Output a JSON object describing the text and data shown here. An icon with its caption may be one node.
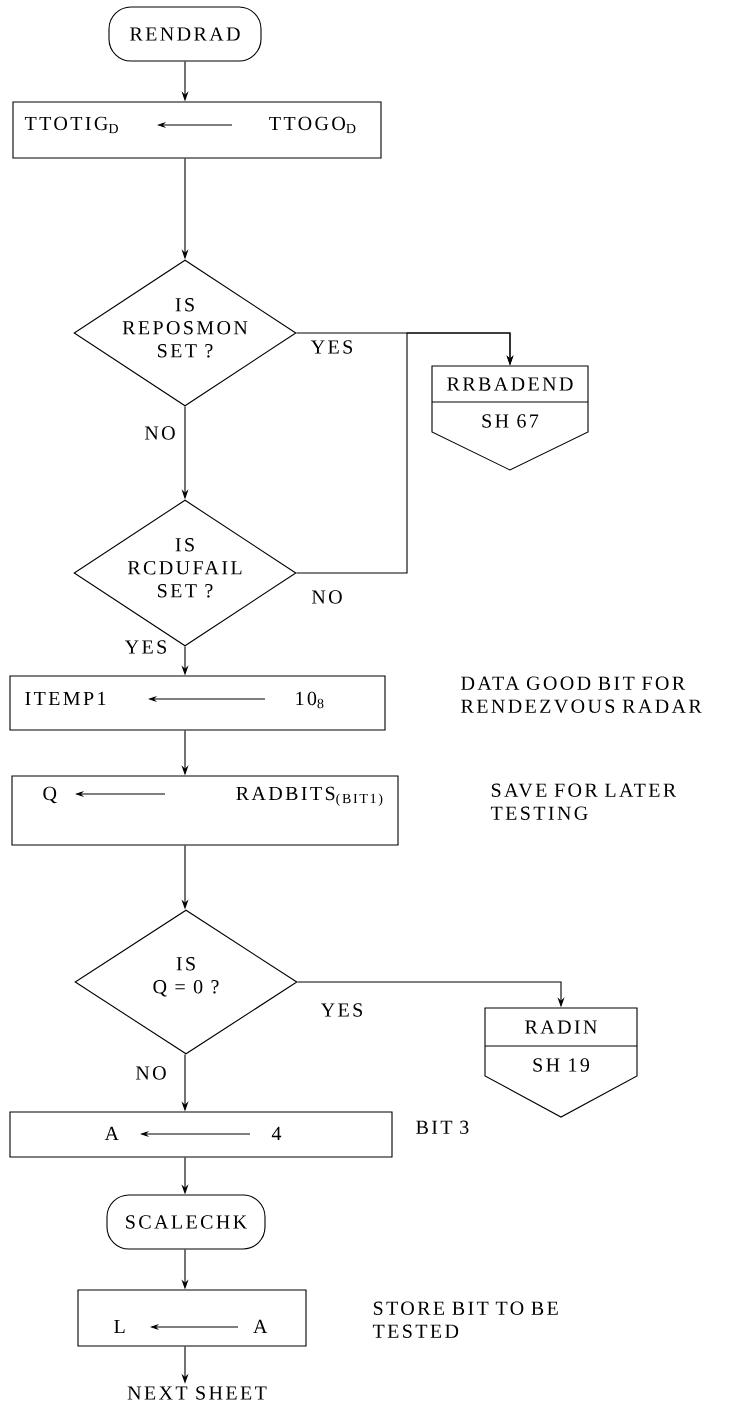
{
  "diagram": {
    "nodes": [
      {
        "text": [
          "RENDRAD"
        ]
      },
      {
        "text": [
          "TTOTIG$_{D}$",
          "TTOGO$_{D}$"
        ]
      },
      {
        "text": [
          "IS REPOSMON SET ?"
        ]
      },
      {
        "text": [
          "RRBADEND",
          "SH 67"
        ]
      },
      {
        "text": [
          "IS RCDUFAIL SET ?"
        ]
      },
      {
        "text": [
          "ITEMP1",
          "10$_{8}$"
        ],
        "beside": [
          "DATA GOOD BIT FOR RENDEZVOUS RADAR"
        ]
      },
      {
        "text": [
          "Q",
          "RADBITS$_{(BIT1)}$"
        ]
      },
      {
        "text": [
          "IS Q = 0 ?"
        ]
      },
      {
        "text": [
          "RADIN",
          "SH 19"
        ]
      },
      {
        "text": [
          "A",
          "4"
        ],
        "beside": [
          "BIT 3"
        ]
      },
      {
        "text": [
          "SCALECHK"
        ]
      },
      {
        "text": [
          "L",
          "A"
        ],
        "beside": [
          "STORE BIT TO BE TESTED"
        ]
      },
      {
        "text": [
          "NEXT SHEET"
        ]
      }
    ],
    "edges": [
      {
        "from": 0,
        "to": 1,
        "arrow": "to"
      },
      {
        "from": 1,
        "to": 2,
        "arrow": "to"
      },
      {
        "from": 2,
        "to": 3,
        "arrow": "to",
        "label": "YES"
      },
      {
        "from": 2,
        "to": 4,
        "arrow": "to",
        "label": "NO"
      },
      {
        "from": 4,
        "to": 3,
        "arrow": "to",
        "label": "NO"
      },
      {
        "from": 4,
        "to": 5,
        "arrow": "to",
        "label": "YES"
      },
      {
        "from": 5,
        "to": 6,
        "arrow": "to"
      },
      {
        "from": 6,
        "to": 7,
        "arrow": "to"
      },
      {
        "from": 7,
        "to": 8,
        "arrow": "to",
        "label": "YES"
      },
      {
        "from": 7,
        "to": 9,
        "arrow": "to",
        "label": "NO"
      },
      {
        "from": 9,
        "to": 10,
        "arrow": "to"
      },
      {
        "from": 10,
        "to": 11,
        "arrow": "to"
      },
      {
        "from": 11,
        "to": 12,
        "arrow": "to"
      }
    ],
    "labels": [
      "SAVE FOR LATER TESTING"
    ]
  }
}
